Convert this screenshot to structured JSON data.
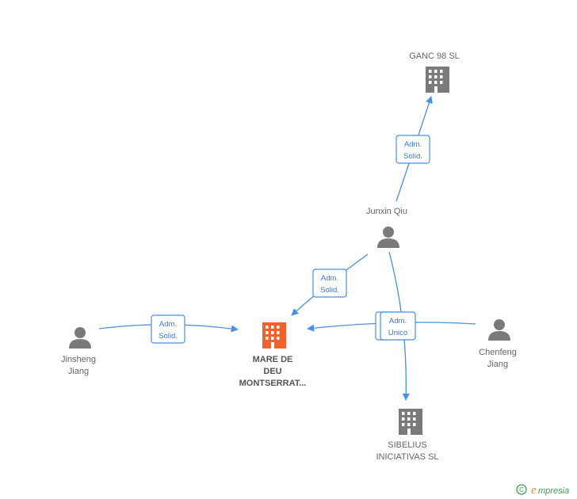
{
  "nodes": {
    "ganc": {
      "label": "GANC 98 SL",
      "type": "company",
      "color": "#7a7a7a"
    },
    "junxin": {
      "label": "Junxin Qiu",
      "type": "person",
      "color": "#7a7a7a"
    },
    "jinsheng": {
      "label_lines": [
        "Jinsheng",
        "Jiang"
      ],
      "type": "person",
      "color": "#7a7a7a"
    },
    "mare": {
      "label_lines": [
        "MARE DE",
        "DEU",
        "MONTSERRAT..."
      ],
      "type": "company",
      "color": "#f0622d",
      "highlighted": true
    },
    "chenfeng": {
      "label_lines": [
        "Chenfeng",
        "Jiang"
      ],
      "type": "person",
      "color": "#7a7a7a"
    },
    "sibelius": {
      "label_lines": [
        "SIBELIUS",
        "INICIATIVAS SL"
      ],
      "type": "company",
      "color": "#7a7a7a"
    }
  },
  "edges": [
    {
      "from": "Junxin Qiu",
      "to": "GANC 98 SL",
      "role_lines": [
        "Adm.",
        "Solid."
      ]
    },
    {
      "from": "Junxin Qiu",
      "to": "MARE DE DEU MONTSERRAT...",
      "role_lines": [
        "Adm.",
        "Solid."
      ]
    },
    {
      "from": "Jinsheng Jiang",
      "to": "MARE DE DEU MONTSERRAT...",
      "role_lines": [
        "Adm.",
        "Solid."
      ]
    },
    {
      "from": "Chenfeng Jiang",
      "to": "MARE DE DEU MONTSERRAT...",
      "role_lines": []
    },
    {
      "from": "Junxin Qiu",
      "to": "SIBELIUS INICIATIVAS SL",
      "role_lines": [
        "Adm.",
        "Unico"
      ]
    }
  ],
  "colors": {
    "edge": "#4a8fe0",
    "accent": "#f0622d",
    "node": "#7a7a7a",
    "brand_green": "#3aa055",
    "brand_orange": "#e8901a"
  },
  "footer": {
    "copyright_symbol": "C",
    "brand_first": "e",
    "brand_rest": "mpresia"
  }
}
